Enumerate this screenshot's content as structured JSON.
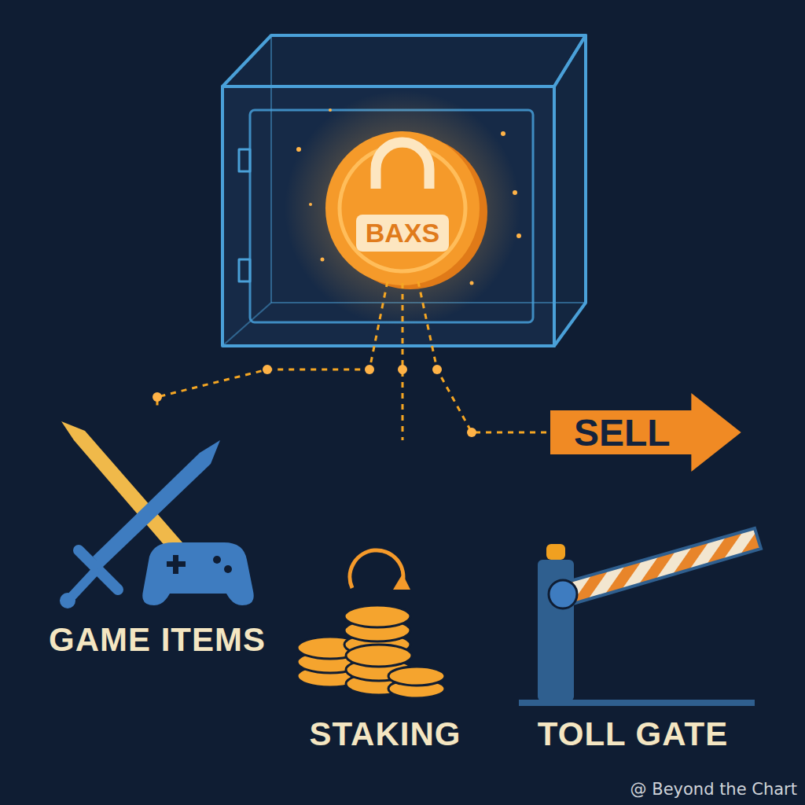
{
  "diagram": {
    "nodes": [
      {
        "text": [
          "BAXS"
        ]
      },
      {
        "text": [
          "GAME ITEMS"
        ]
      },
      {
        "text": [
          "STAKING"
        ]
      },
      {
        "text": [
          "SELL"
        ]
      },
      {
        "text": [
          "TOLL GATE"
        ]
      }
    ],
    "edges": [
      {
        "from": 0,
        "to": 1,
        "arrow": "none"
      },
      {
        "from": 0,
        "to": 2,
        "arrow": "none"
      },
      {
        "from": 0,
        "to": 3,
        "arrow": "none"
      }
    ],
    "labels": [
      "@ Beyond the Chart"
    ]
  }
}
